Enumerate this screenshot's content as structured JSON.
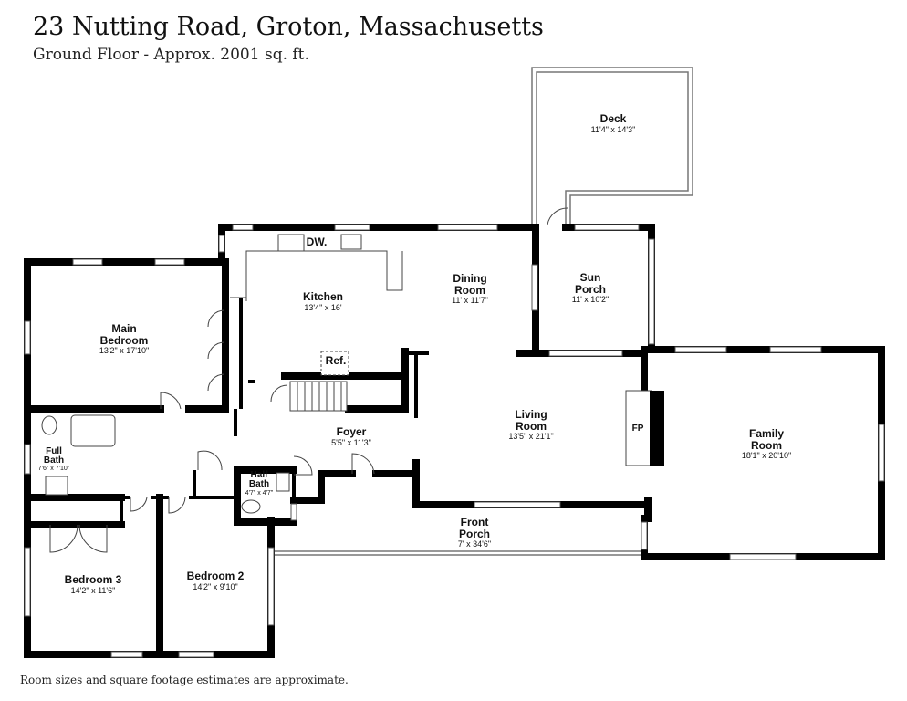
{
  "header": {
    "title": "23 Nutting Road, Groton, Massachusetts",
    "subtitle": "Ground Floor - Approx. 2001 sq. ft."
  },
  "footer": {
    "note": "Room sizes and square footage estimates are approximate."
  },
  "rooms": {
    "deck": {
      "name": "Deck",
      "dims": "11'4\" x 14'3\""
    },
    "kitchen": {
      "name": "Kitchen",
      "dims": "13'4\" x 16'"
    },
    "dining": {
      "name_line1": "Dining",
      "name_line2": "Room",
      "dims": "11' x 11'7\""
    },
    "sun_porch": {
      "name_line1": "Sun",
      "name_line2": "Porch",
      "dims": "11' x 10'2\""
    },
    "main_bedroom": {
      "name_line1": "Main",
      "name_line2": "Bedroom",
      "dims": "13'2\" x 17'10\""
    },
    "living": {
      "name_line1": "Living",
      "name_line2": "Room",
      "dims": "13'5\" x 21'1\""
    },
    "family": {
      "name_line1": "Family",
      "name_line2": "Room",
      "dims": "18'1\" x 20'10\""
    },
    "foyer": {
      "name": "Foyer",
      "dims": "5'5\" x 11'3\""
    },
    "full_bath": {
      "name_line1": "Full",
      "name_line2": "Bath",
      "dims": "7'6\" x 7'10\""
    },
    "half_bath": {
      "name_line1": "Half",
      "name_line2": "Bath",
      "dims": "4'7\" x 4'7\""
    },
    "front_porch": {
      "name_line1": "Front",
      "name_line2": "Porch",
      "dims": "7' x 34'6\""
    },
    "bedroom3": {
      "name": "Bedroom 3",
      "dims": "14'2\" x 11'6\""
    },
    "bedroom2": {
      "name": "Bedroom 2",
      "dims": "14'2\" x 9'10\""
    }
  },
  "fixtures": {
    "dishwasher": "DW.",
    "refrigerator": "Ref.",
    "fireplace": "FP"
  }
}
